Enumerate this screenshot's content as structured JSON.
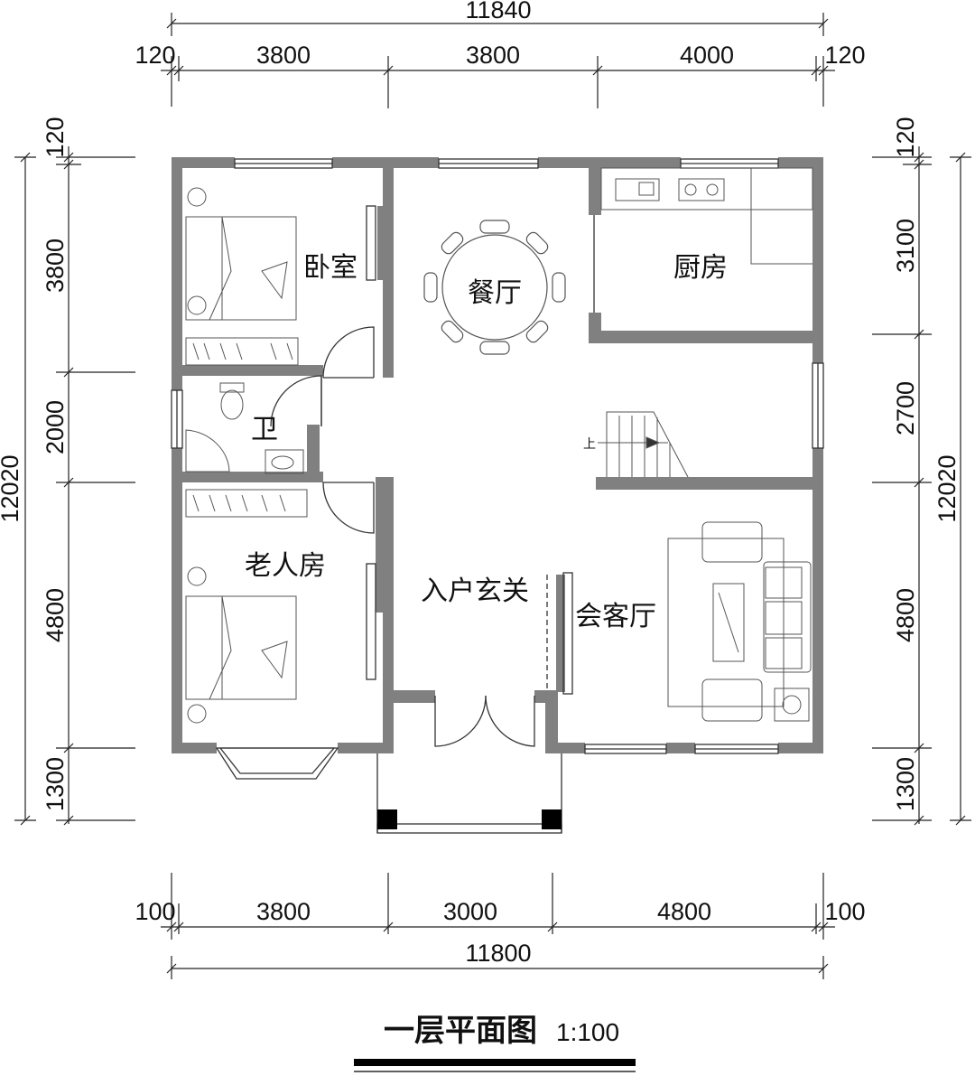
{
  "dimensions": {
    "top_total": "11840",
    "top_segments": [
      "120",
      "3800",
      "3800",
      "4000",
      "120"
    ],
    "bottom_segments": [
      "100",
      "3800",
      "3000",
      "4800",
      "100"
    ],
    "bottom_total": "11800",
    "left_segments": [
      "120",
      "3800",
      "2000",
      "4800",
      "1300"
    ],
    "left_total": "12020",
    "right_segments": [
      "120",
      "3100",
      "2700",
      "4800",
      "1300"
    ],
    "right_total": "12020"
  },
  "rooms": {
    "bedroom": "卧室",
    "dining": "餐厅",
    "kitchen": "厨房",
    "bathroom": "卫",
    "elder_room": "老人房",
    "entrance": "入户玄关",
    "reception": "会客厅"
  },
  "stair_label": "上",
  "title": "一层平面图",
  "scale": "1:100"
}
